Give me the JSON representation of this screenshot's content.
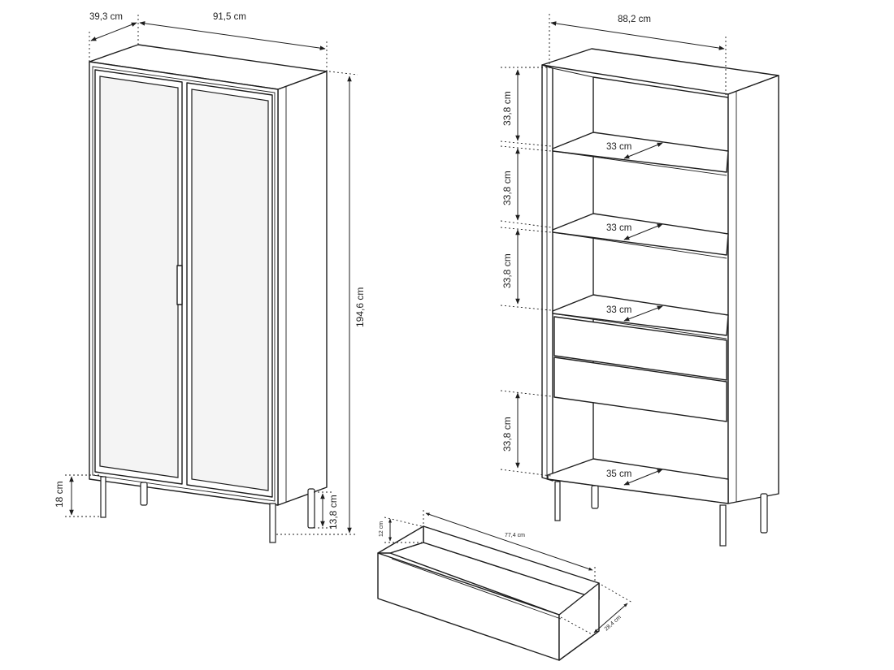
{
  "cabinet_left": {
    "depth_label": "39,3 cm",
    "width_label": "91,5 cm",
    "height_label": "194,6 cm",
    "leg_height_label": "18 cm",
    "floor_clearance_label": "13,8 cm"
  },
  "cabinet_right": {
    "inner_width_label": "88,2 cm",
    "compartment_heights": [
      "33,8 cm",
      "33,8 cm",
      "33,8 cm",
      "33,8 cm"
    ],
    "shelf_depths": [
      "33 cm",
      "33 cm",
      "33 cm",
      "35 cm"
    ]
  },
  "drawer": {
    "height_label": "12 cm",
    "length_label": "77,4 cm",
    "depth_label": "28,4 cm"
  }
}
